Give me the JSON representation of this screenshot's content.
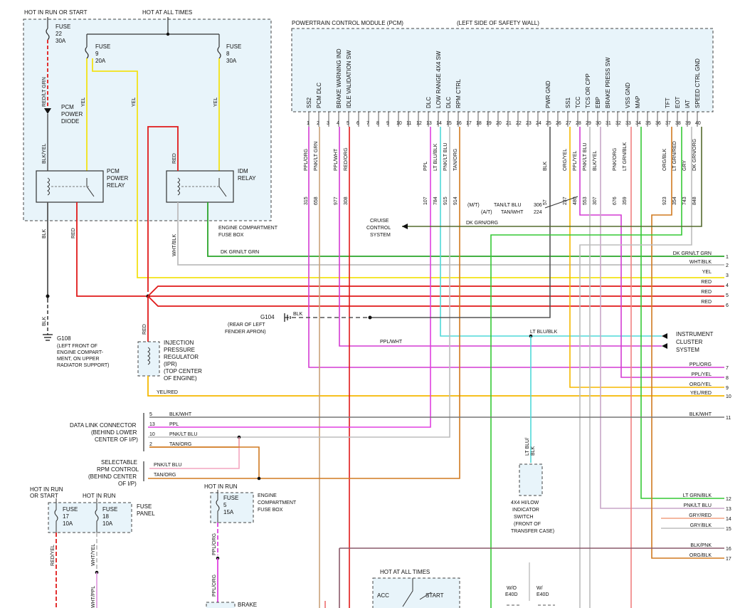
{
  "labels": {
    "hot_run_start": "HOT IN RUN OR START",
    "hot_all_times": "HOT AT ALL TIMES",
    "fuse22": "FUSE",
    "fuse22_num": "22",
    "fuse22_amp": "30A",
    "fuse9": "FUSE",
    "fuse9_num": "9",
    "fuse9_amp": "20A",
    "fuse8": "FUSE",
    "fuse8_num": "8",
    "fuse8_amp": "30A",
    "pcm_diode_1": "PCM",
    "pcm_diode_2": "POWER",
    "pcm_diode_3": "DIODE",
    "pcm_relay_1": "PCM",
    "pcm_relay_2": "POWER",
    "pcm_relay_3": "RELAY",
    "idm_relay_1": "IDM",
    "idm_relay_2": "RELAY",
    "ecfb_1": "ENGINE COMPARTMENT",
    "ecfb_2": "FUSE BOX",
    "pcm_title": "POWERTRAIN CONTROL MODULE (PCM)",
    "pcm_loc": "(LEFT SIDE OF SAFETY WALL)",
    "cruise_1": "CRUISE",
    "cruise_2": "CONTROL",
    "cruise_3": "SYSTEM",
    "mt": "(M/T)",
    "at": "(A/T)",
    "mt_wire": "TAN/LT BLU",
    "at_wire": "TAN/WHT",
    "mt_num": "306",
    "at_num": "224",
    "g104": "G104",
    "g104_loc_1": "(REAR OF LEFT",
    "g104_loc_2": "FENDER APRON)",
    "g108": "G108",
    "g108_loc_1": "(LEFT FRONT OF",
    "g108_loc_2": "ENGINE COMPART-",
    "g108_loc_3": "MENT, ON UPPER",
    "g108_loc_4": "RADIATOR SUPPORT)",
    "ipr_1": "INJECTION",
    "ipr_2": "PRESSURE",
    "ipr_3": "REGULATOR",
    "ipr_4": "(IPR)",
    "ipr_5": "(TOP CENTER",
    "ipr_6": "OF ENGINE)",
    "ic_1": "INSTRUMENT",
    "ic_2": "CLUSTER",
    "ic_3": "SYSTEM",
    "dlc_1": "DATA LINK CONNECTOR",
    "dlc_2": "(BEHIND LOWER",
    "dlc_3": "CENTER OF I/P)",
    "srpm_1": "SELECTABLE",
    "srpm_2": "RPM CONTROL",
    "srpm_3": "(BEHIND CENTER",
    "srpm_4": "OF I/P)",
    "hot_run_or": "HOT IN RUN",
    "or_start": "OR START",
    "hot_in_run": "HOT IN RUN",
    "fuse17": "FUSE",
    "fuse17_num": "17",
    "fuse17_amp": "10A",
    "fuse18": "FUSE",
    "fuse18_num": "18",
    "fuse18_amp": "10A",
    "fuse_panel_1": "FUSE",
    "fuse_panel_2": "PANEL",
    "fuse5": "FUSE",
    "fuse5_num": "5",
    "fuse5_amp": "15A",
    "ecfb2_1": "ENGINE",
    "ecfb2_2": "COMPARTMENT",
    "ecfb2_3": "FUSE BOX",
    "brake": "BRAKE",
    "hot_all_times_2": "HOT AT ALL TIMES",
    "acc": "ACC",
    "start": "START",
    "sw_4x4_1": "4X4 HI/LOW",
    "sw_4x4_2": "INDICATOR",
    "sw_4x4_3": "SWITCH",
    "sw_4x4_4": "(FRONT OF",
    "sw_4x4_5": "TRANSFER CASE)",
    "wo_e40d_1": "W/O",
    "wo_e40d_2": "E40D",
    "w_e40d_1": "W/",
    "w_e40d_2": "E40D",
    "ltblu_blk_v1": "LT BLU/",
    "ltblu_blk_v2": "BLK"
  },
  "pcm_pins": [
    {
      "pin": "1",
      "name": "SS2",
      "color": "PPL/ORG",
      "circuit": "315"
    },
    {
      "pin": "2",
      "name": "PCM DLC",
      "color": "PNK/LT GRN",
      "circuit": "658"
    },
    {
      "pin": "3",
      "name": "",
      "color": "",
      "circuit": ""
    },
    {
      "pin": "4",
      "name": "BRAKE WARNING IND",
      "color": "PPL/WHT",
      "circuit": "977"
    },
    {
      "pin": "5",
      "name": "IDLE VALIDATION SW",
      "color": "RED/ORG",
      "circuit": "308"
    },
    {
      "pin": "6",
      "name": "",
      "color": "",
      "circuit": ""
    },
    {
      "pin": "7",
      "name": "",
      "color": "",
      "circuit": ""
    },
    {
      "pin": "8",
      "name": "",
      "color": "",
      "circuit": ""
    },
    {
      "pin": "9",
      "name": "",
      "color": "",
      "circuit": ""
    },
    {
      "pin": "10",
      "name": "",
      "color": "",
      "circuit": ""
    },
    {
      "pin": "11",
      "name": "",
      "color": "",
      "circuit": ""
    },
    {
      "pin": "12",
      "name": "",
      "color": "",
      "circuit": ""
    },
    {
      "pin": "13",
      "name": "DLC",
      "color": "PPL",
      "circuit": "107"
    },
    {
      "pin": "14",
      "name": "LOW RANGE 4X4 SW",
      "color": "LT BLU/BLK",
      "circuit": "784"
    },
    {
      "pin": "15",
      "name": "DLC",
      "color": "PNK/LT BLU",
      "circuit": "915"
    },
    {
      "pin": "16",
      "name": "RPM CTRL",
      "color": "TAN/ORG",
      "circuit": "914"
    },
    {
      "pin": "17",
      "name": "",
      "color": "",
      "circuit": ""
    },
    {
      "pin": "18",
      "name": "",
      "color": "",
      "circuit": ""
    },
    {
      "pin": "19",
      "name": "",
      "color": "",
      "circuit": ""
    },
    {
      "pin": "20",
      "name": "",
      "color": "",
      "circuit": ""
    },
    {
      "pin": "21",
      "name": "",
      "color": "",
      "circuit": ""
    },
    {
      "pin": "22",
      "name": "",
      "color": "",
      "circuit": ""
    },
    {
      "pin": "23",
      "name": "",
      "color": "",
      "circuit": ""
    },
    {
      "pin": "24",
      "name": "",
      "color": "",
      "circuit": ""
    },
    {
      "pin": "25",
      "name": "PWR GND",
      "color": "BLK",
      "circuit": "57"
    },
    {
      "pin": "26",
      "name": "",
      "color": "",
      "circuit": ""
    },
    {
      "pin": "27",
      "name": "SS1",
      "color": "ORG/YEL",
      "circuit": "237"
    },
    {
      "pin": "28",
      "name": "TCC",
      "color": "PPL/YEL",
      "circuit": "480"
    },
    {
      "pin": "29",
      "name": "TCS OR CPP",
      "color": "PNK/LT BLU",
      "circuit": "553"
    },
    {
      "pin": "30",
      "name": "EBP",
      "color": "BLK/YEL",
      "circuit": "307"
    },
    {
      "pin": "31",
      "name": "BRAKE PRESS SW",
      "color": "",
      "circuit": ""
    },
    {
      "pin": "32",
      "name": "",
      "color": "PNK/ORG",
      "circuit": "676"
    },
    {
      "pin": "33",
      "name": "VSS GND",
      "color": "LT GRN/BLK",
      "circuit": "359"
    },
    {
      "pin": "34",
      "name": "MAP",
      "color": "",
      "circuit": ""
    },
    {
      "pin": "35",
      "name": "",
      "color": "",
      "circuit": ""
    },
    {
      "pin": "36",
      "name": "",
      "color": "",
      "circuit": ""
    },
    {
      "pin": "37",
      "name": "TFT",
      "color": "ORG/BLK",
      "circuit": "923"
    },
    {
      "pin": "38",
      "name": "EOT",
      "color": "LT GRN/RED",
      "circuit": "354"
    },
    {
      "pin": "39",
      "name": "IAT",
      "color": "GRY",
      "circuit": "743"
    },
    {
      "pin": "40",
      "name": "SPEED CTRL GND",
      "color": "DK GRN/ORG",
      "circuit": "848"
    }
  ],
  "relay_wires": {
    "red_lt_grn": "RED/LT GRN",
    "blk_yel": "BLK/YEL",
    "yel1": "YEL",
    "yel2": "YEL",
    "yel3": "YEL",
    "red1": "RED",
    "red2": "RED",
    "red3": "RED",
    "blk1": "BLK",
    "blk2": "BLK",
    "wht_blk": "WHT/BLK",
    "blk_g104": "BLK",
    "yel_red_ipr": "YEL/RED"
  },
  "right_wires": [
    {
      "num": "1",
      "label": "DK GRN/LT GRN",
      "color": "#2aa52a"
    },
    {
      "num": "2",
      "label": "WHT/BLK",
      "color": "#bdbdbd"
    },
    {
      "num": "3",
      "label": "YEL",
      "color": "#f3e216"
    },
    {
      "num": "4",
      "label": "RED",
      "color": "#e01a1a"
    },
    {
      "num": "5",
      "label": "RED",
      "color": "#e01a1a"
    },
    {
      "num": "6",
      "label": "RED",
      "color": "#e01a1a"
    },
    {
      "num": "7",
      "label": "PPL/ORG",
      "color": "#d43bd4"
    },
    {
      "num": "8",
      "label": "PPL/YEL",
      "color": "#d43bd4"
    },
    {
      "num": "9",
      "label": "ORG/YEL",
      "color": "#f5b800"
    },
    {
      "num": "10",
      "label": "YEL/RED",
      "color": "#f5b800"
    },
    {
      "num": "11",
      "label": "BLK/WHT",
      "color": "#777777"
    },
    {
      "num": "12",
      "label": "LT GRN/BLK",
      "color": "#35c935"
    },
    {
      "num": "13",
      "label": "PNK/LT BLU",
      "color": "#c7a6c7"
    },
    {
      "num": "14",
      "label": "GRY/RED",
      "color": "#f0a080"
    },
    {
      "num": "15",
      "label": "GRY/BLK",
      "color": "#bdbdbd"
    },
    {
      "num": "16",
      "label": "BLK/PNK",
      "color": "#8a5a6a"
    },
    {
      "num": "17",
      "label": "ORG/BLK",
      "color": "#d07a20"
    }
  ],
  "mid_labels": {
    "dk_grn_lt_grn": "DK GRN/LT GRN",
    "dk_grn_org": "DK GRN/ORG",
    "ppl_wht": "PPL/WHT",
    "lt_blu_blk": "LT BLU/BLK"
  },
  "dlc_wires": [
    {
      "pin": "5",
      "label": "BLK/WHT"
    },
    {
      "pin": "13",
      "label": "PPL"
    },
    {
      "pin": "10",
      "label": "PNK/LT BLU"
    },
    {
      "pin": "2",
      "label": "TAN/ORG"
    }
  ],
  "srpm_wires": {
    "w1": "PNK/LT BLU",
    "w2": "TAN/ORG"
  },
  "bottom_wires": {
    "red_yel": "RED/YEL",
    "wht_yel": "WHT/YEL",
    "wht_ppl": "WHT/PPL",
    "ppl_org1": "PPL/ORG",
    "ppl_org2": "PPL/ORG"
  },
  "colors": {
    "panel_fill": "#e8f4fa",
    "red": "#e01a1a",
    "yellow": "#f3e216",
    "green": "#2aa52a",
    "gray": "#bdbdbd",
    "purple": "#d43bd4",
    "cyan": "#4fd8d8",
    "tan": "#c9a27a",
    "orange": "#e08a30",
    "magenta": "#e040e0",
    "black": "#444444"
  }
}
